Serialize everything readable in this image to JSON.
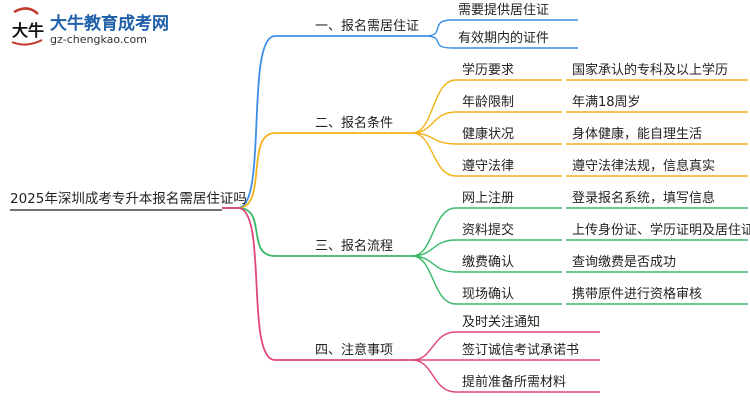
{
  "logo": {
    "title": "大牛教育成考网",
    "url": "gz-chengkao.com",
    "mark_text": "大牛"
  },
  "colors": {
    "branch1": "#3b8ee8",
    "branch2": "#f2b21a",
    "branch3": "#3ab86a",
    "branch4": "#e0457b",
    "root_line": "#444444"
  },
  "root": "2025年深圳成考专升本报名需居住证吗",
  "branches": [
    {
      "label": "一、报名需居住证",
      "children": [
        {
          "label": "需要提供居住证"
        },
        {
          "label": "有效期内的证件"
        }
      ]
    },
    {
      "label": "二、报名条件",
      "children": [
        {
          "label": "学历要求",
          "detail": "国家承认的专科及以上学历"
        },
        {
          "label": "年龄限制",
          "detail": "年满18周岁"
        },
        {
          "label": "健康状况",
          "detail": "身体健康，能自理生活"
        },
        {
          "label": "遵守法律",
          "detail": "遵守法律法规，信息真实"
        }
      ]
    },
    {
      "label": "三、报名流程",
      "children": [
        {
          "label": "网上注册",
          "detail": "登录报名系统，填写信息"
        },
        {
          "label": "资料提交",
          "detail": "上传身份证、学历证明及居住证"
        },
        {
          "label": "缴费确认",
          "detail": "查询缴费是否成功"
        },
        {
          "label": "现场确认",
          "detail": "携带原件进行资格审核"
        }
      ]
    },
    {
      "label": "四、注意事项",
      "children": [
        {
          "label": "及时关注通知"
        },
        {
          "label": "签订诚信考试承诺书"
        },
        {
          "label": "提前准备所需材料"
        }
      ]
    }
  ]
}
